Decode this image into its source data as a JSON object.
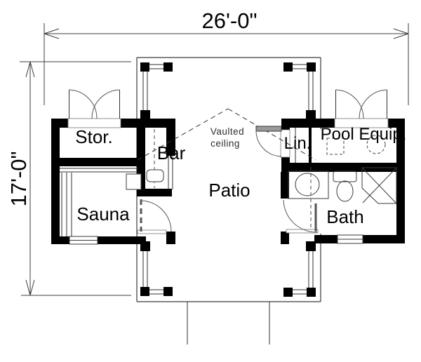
{
  "plan": {
    "dim_width": "26'-0\"",
    "dim_height": "17'-0\"",
    "note_line1": "Vaulted",
    "note_line2": "ceiling",
    "rooms": {
      "storage": "Stor.",
      "bar": "Bar",
      "sauna": "Sauna",
      "patio": "Patio",
      "linen": "Lin.",
      "pool_equipment": "Pool Equip.",
      "bath": "Bath"
    },
    "colors": {
      "wall": "#000000",
      "line": "#2f2f2f",
      "background": "#ffffff"
    }
  }
}
